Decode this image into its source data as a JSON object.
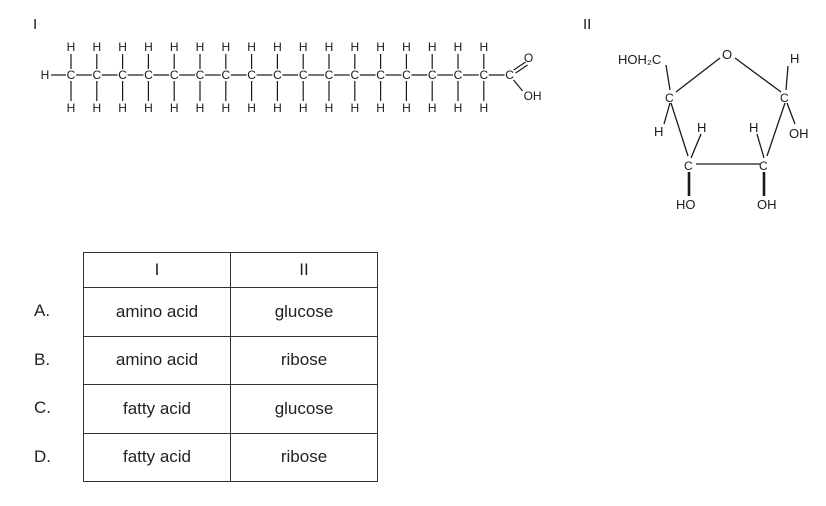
{
  "labels": {
    "structure1": "I",
    "structure2": "II"
  },
  "fatty_acid": {
    "carbon_count": 18,
    "atom_C": "C",
    "atom_H": "H",
    "atom_O": "O",
    "group_OH": "OH"
  },
  "ribose": {
    "ch2oh": "HOH₂C",
    "ring_O": "O",
    "atom_C": "C",
    "atom_H": "H",
    "group_OH": "OH",
    "group_HO": "HO"
  },
  "table": {
    "headers": [
      "I",
      "II"
    ],
    "rows": [
      {
        "letter": "A.",
        "col1": "amino acid",
        "col2": "glucose"
      },
      {
        "letter": "B.",
        "col1": "amino acid",
        "col2": "ribose"
      },
      {
        "letter": "C.",
        "col1": "fatty acid",
        "col2": "glucose"
      },
      {
        "letter": "D.",
        "col1": "fatty acid",
        "col2": "ribose"
      }
    ]
  }
}
